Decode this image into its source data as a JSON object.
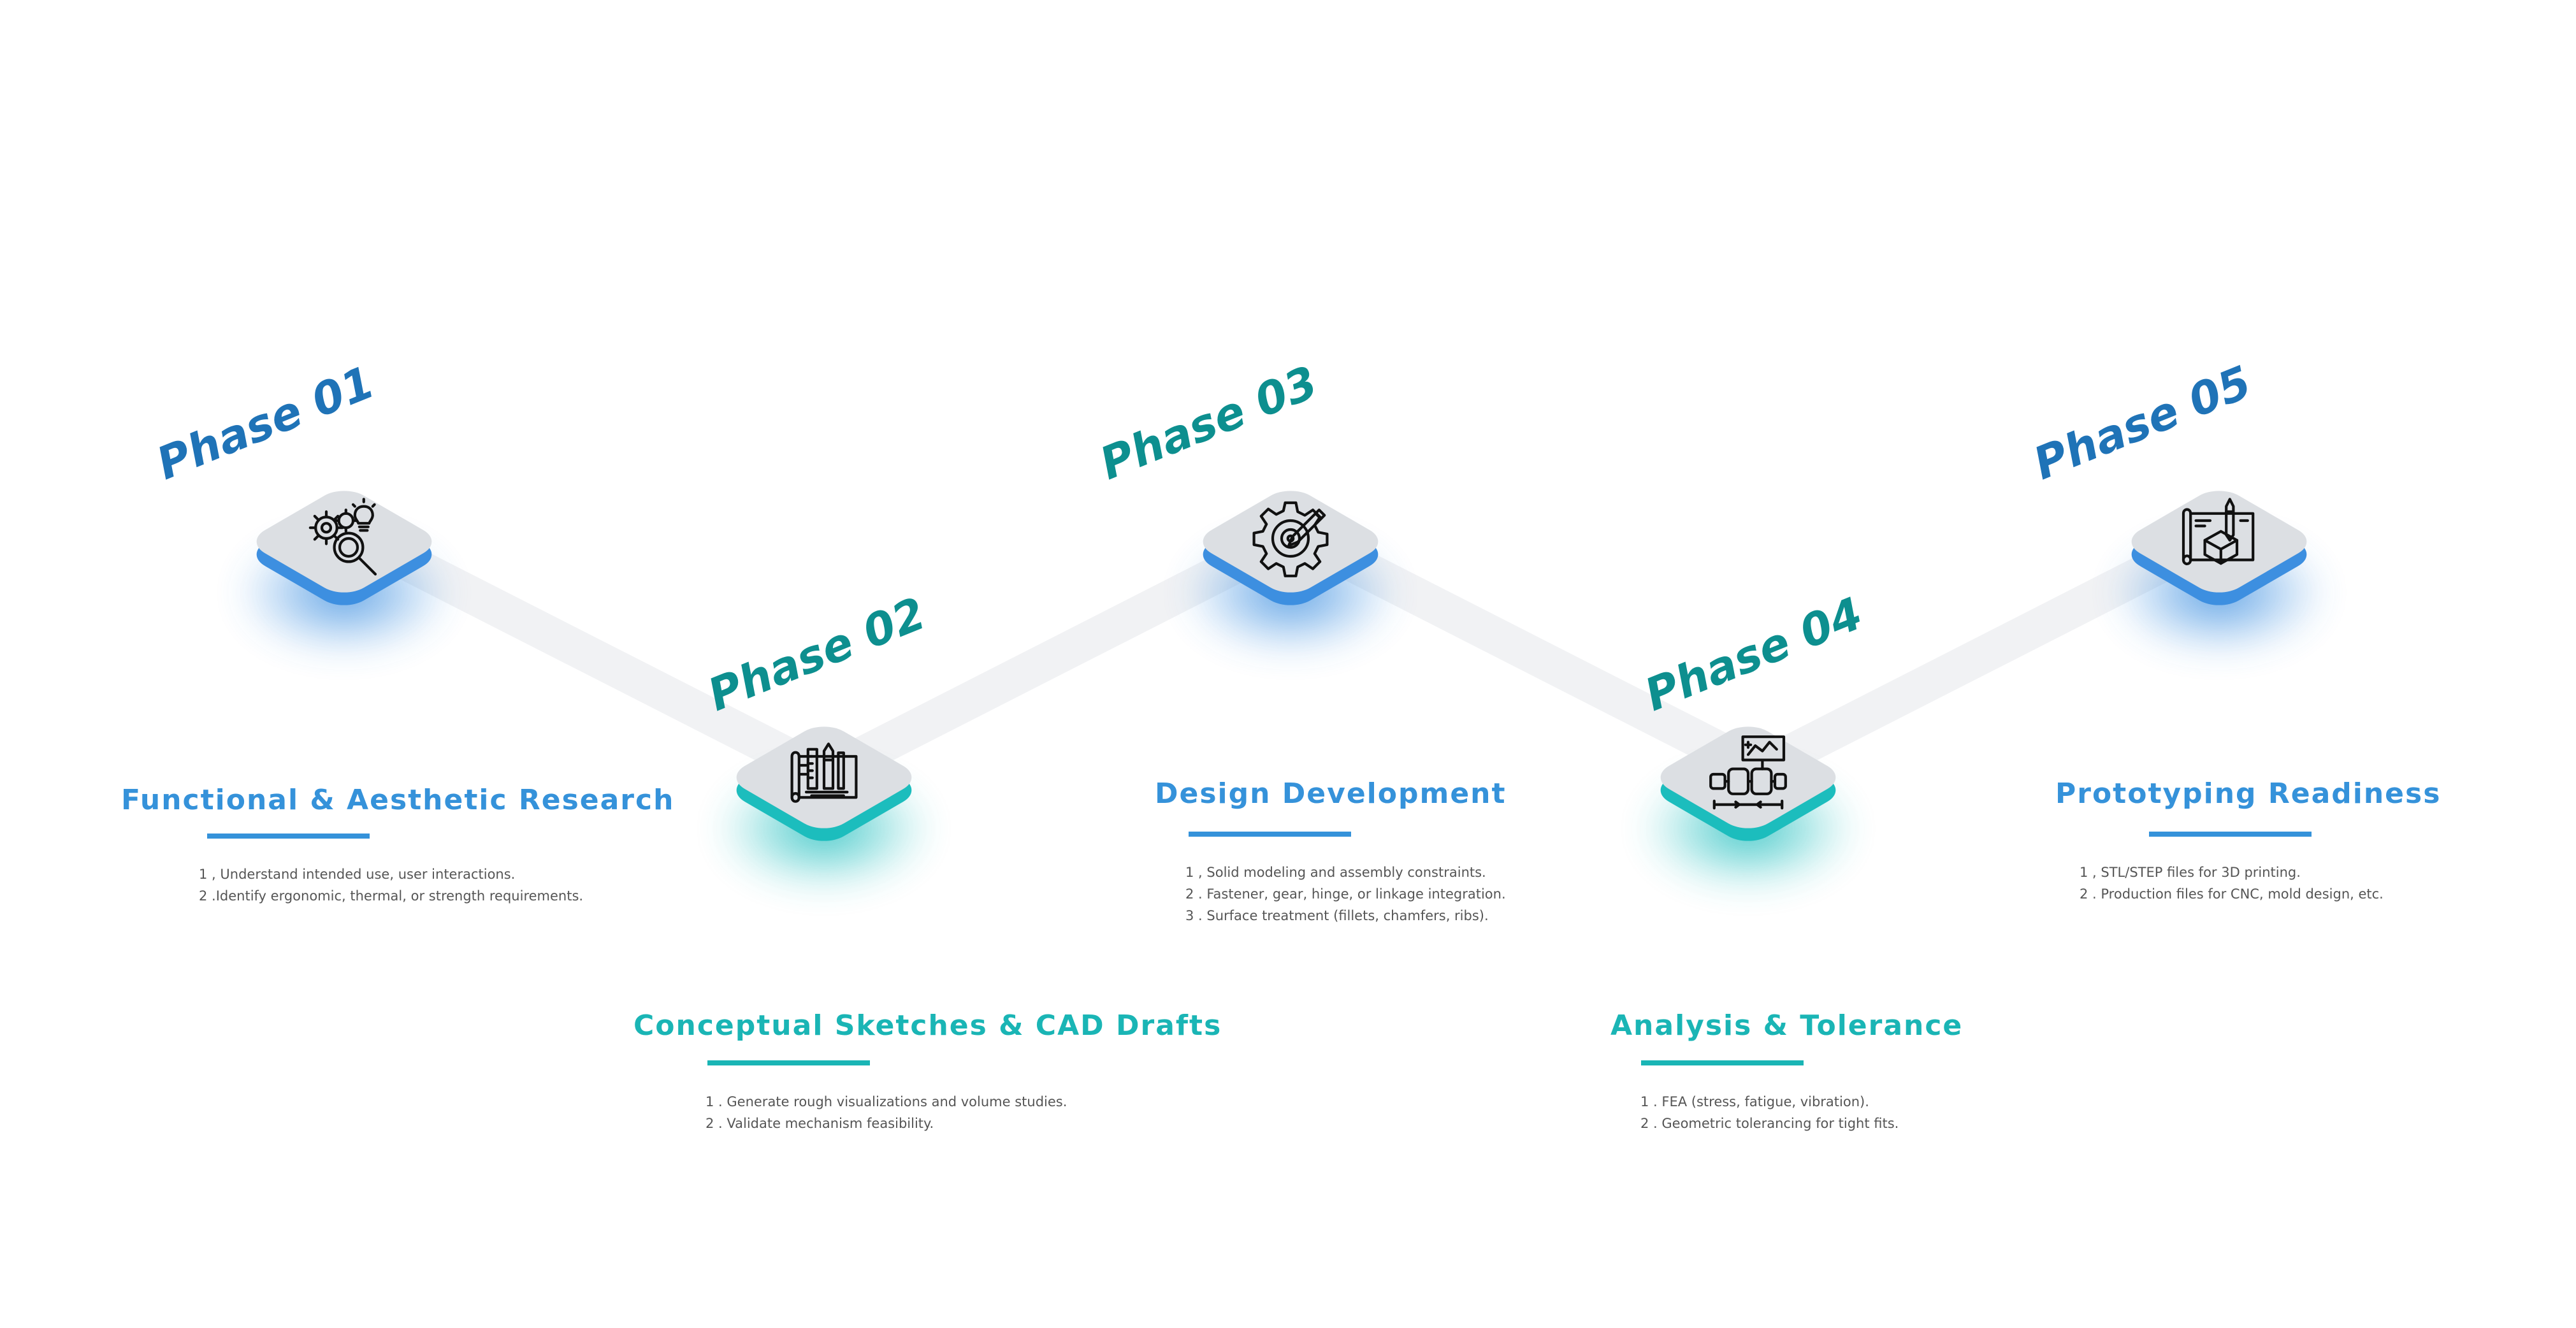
{
  "colors": {
    "blue": "#3d8fe0",
    "teal": "#1cbdbd",
    "label_blue": "#1f73b7",
    "label_teal": "#0d8f8f",
    "title_blue": "#3592da",
    "title_teal": "#1ab5b5"
  },
  "phases": [
    {
      "label": "Phase 01",
      "title": "Functional & Aesthetic Research",
      "icon": "gears-magnifier-icon",
      "points": [
        "1 , Understand intended use, user interactions.",
        "2 .Identify ergonomic, thermal, or strength requirements."
      ]
    },
    {
      "label": "Phase 02",
      "title": "Conceptual Sketches & CAD Drafts",
      "icon": "blueprint-tools-icon",
      "points": [
        "1 . Generate rough visualizations and volume studies.",
        "2 . Validate mechanism feasibility."
      ]
    },
    {
      "label": "Phase 03",
      "title": "Design Development",
      "icon": "gear-target-pencil-icon",
      "points": [
        "1 , Solid modeling and assembly constraints.",
        "2 . Fastener, gear, hinge, or linkage integration.",
        "3 . Surface treatment (fillets, chamfers, ribs)."
      ]
    },
    {
      "label": "Phase 04",
      "title": "Analysis & Tolerance",
      "icon": "mechanism-chart-icon",
      "points": [
        "1 . FEA (stress, fatigue, vibration).",
        "2 . Geometric tolerancing for tight fits."
      ]
    },
    {
      "label": "Phase 05",
      "title": "Prototyping Readiness",
      "icon": "blueprint-cube-pencil-icon",
      "points": [
        "1 , STL/STEP files for 3D printing.",
        "2 . Production files for CNC, mold design, etc."
      ]
    }
  ]
}
